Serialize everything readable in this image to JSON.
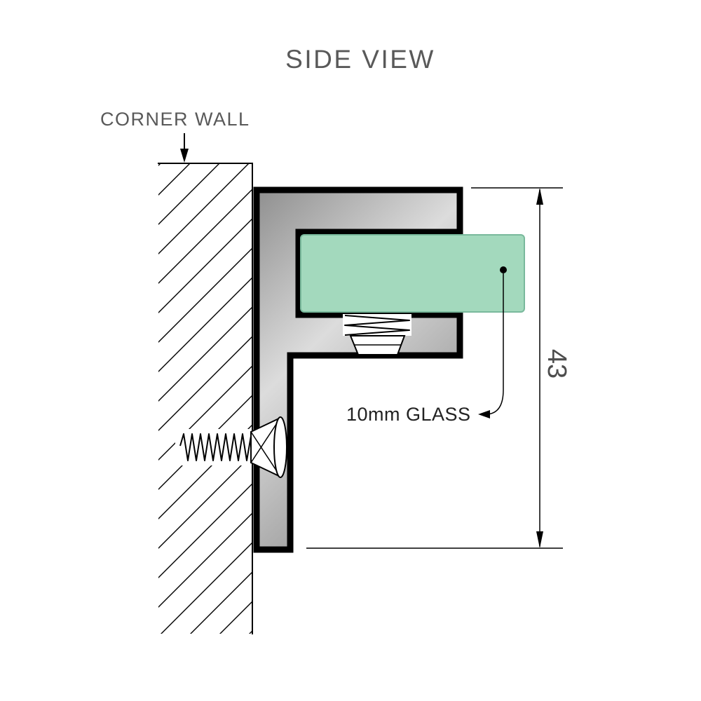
{
  "title": "SIDE VIEW",
  "labels": {
    "corner_wall": "CORNER WALL",
    "glass": "10mm GLASS",
    "dimension_height": "43"
  },
  "colors": {
    "label_gray": "#595959",
    "text_dark": "#222222",
    "dim_gray": "#4d4d4d",
    "drawing_black": "#000000",
    "glass_green": "#a3d9bd",
    "glass_edge": "#79b99c",
    "metal_light": "#dcdcdc",
    "metal_dark": "#8f8f8f",
    "background": "#ffffff"
  }
}
